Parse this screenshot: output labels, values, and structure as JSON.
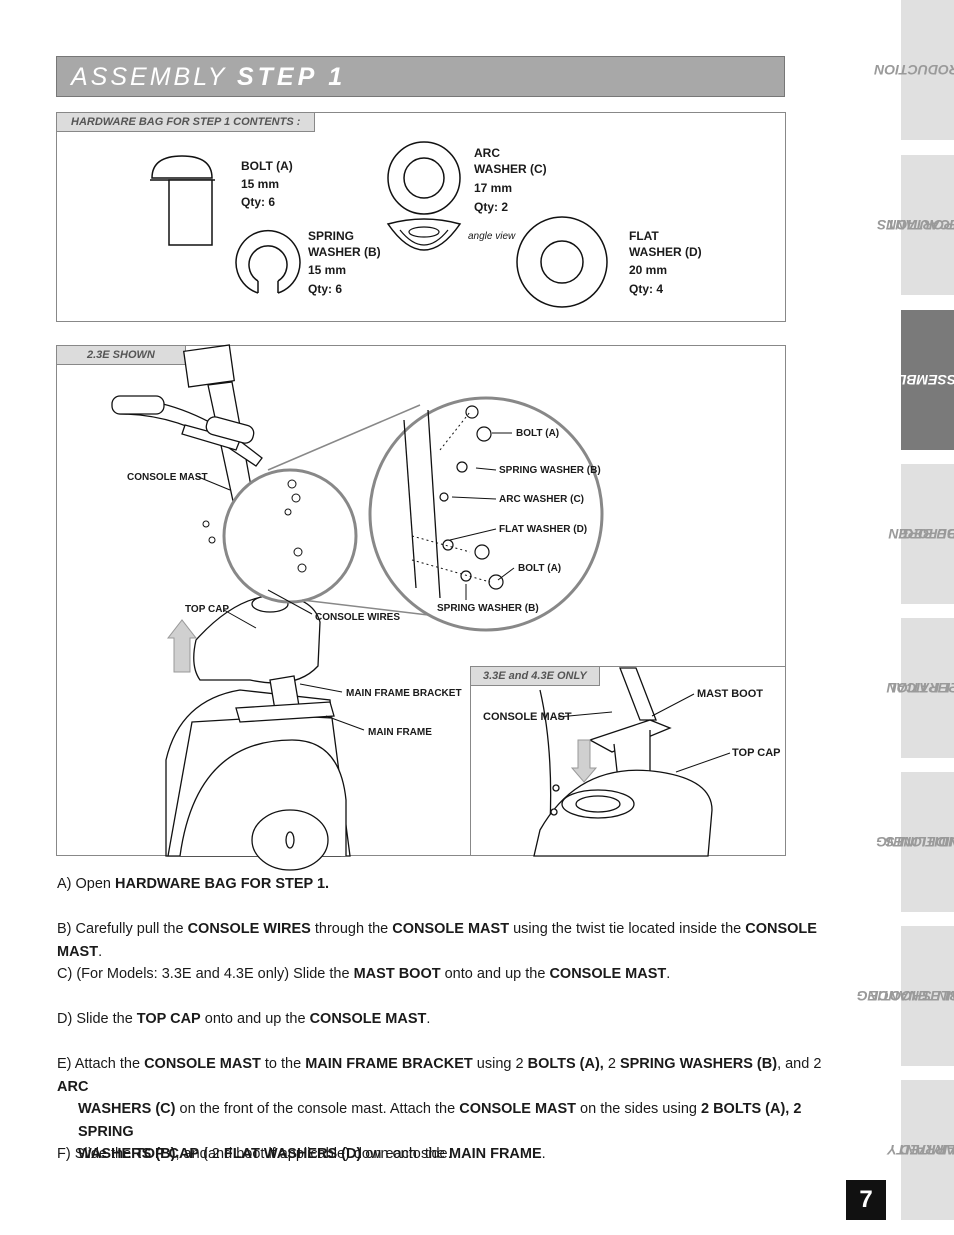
{
  "header": {
    "title_light": "ASSEMBLY",
    "title_bold": "STEP 1"
  },
  "hardware": {
    "tag": "HARDWARE BAG FOR STEP 1 CONTENTS :",
    "bolt": {
      "name": "BOLT (A)",
      "size": "15 mm",
      "qty": "Qty: 6"
    },
    "arc": {
      "name1": "ARC",
      "name2": "WASHER (C)",
      "size": "17 mm",
      "qty": "Qty: 2"
    },
    "spring": {
      "name1": "SPRING",
      "name2": "WASHER (B)",
      "size": "15 mm",
      "qty": "Qty: 6"
    },
    "flat": {
      "name1": "FLAT",
      "name2": "WASHER (D)",
      "size": "20 mm",
      "qty": "Qty: 4"
    },
    "angle_view": "angle view"
  },
  "diagram": {
    "tag": "2.3E SHOWN",
    "labels": {
      "console_mast": "CONSOLE MAST",
      "top_cap": "TOP CAP",
      "console_wires": "CONSOLE WIRES",
      "main_frame_bracket": "MAIN FRAME BRACKET",
      "main_frame": "MAIN FRAME",
      "bolt_a_1": "BOLT (A)",
      "spring_washer_1": "SPRING WASHER (B)",
      "arc_washer": "ARC WASHER (C)",
      "flat_washer": "FLAT WASHER (D)",
      "bolt_a_2": "BOLT (A)",
      "spring_washer_2": "SPRING WASHER (B)"
    },
    "inset": {
      "tag": "3.3E and 4.3E ONLY",
      "console_mast": "CONSOLE MAST",
      "mast_boot": "MAST BOOT",
      "top_cap": "TOP CAP"
    }
  },
  "instructions": {
    "a": {
      "prefix": "A) Open ",
      "b1": "HARDWARE BAG FOR STEP 1."
    },
    "b": {
      "prefix": "B) Carefully pull the ",
      "b1": "CONSOLE WIRES",
      "t1": " through the ",
      "b2": "CONSOLE MAST",
      "t2": " using the twist tie located inside the ",
      "b3": "CONSOLE MAST",
      "t3": "."
    },
    "c": {
      "prefix": "C) (For Models: 3.3E and 4.3E only) Slide the ",
      "b1": "MAST BOOT",
      "t1": " onto and up the ",
      "b2": "CONSOLE MAST",
      "t2": "."
    },
    "d": {
      "prefix": "D) Slide the ",
      "b1": "TOP CAP",
      "t1": " onto and up the ",
      "b2": "CONSOLE MAST",
      "t2": "."
    },
    "e": {
      "prefix": "E) Attach the ",
      "b1": "CONSOLE MAST",
      "t1": " to the ",
      "b2": "MAIN FRAME BRACKET",
      "t2": " using 2 ",
      "b3": "BOLTS (A),",
      "t3": " 2 ",
      "b4": "SPRING WASHERS (B)",
      "t4": ", and 2 ",
      "b5": "ARC",
      "line2_b1": "WASHERS (C)",
      "line2_t1": " on the front of the console mast. Attach the ",
      "line2_b2": "CONSOLE MAST",
      "line2_t2": " on the sides using ",
      "line2_b3": "2 BOLTS (A), 2 SPRING",
      "line3_b1": "WASHERS (B)",
      "line3_t1": ", and 2 ",
      "line3_b2": "FLAT WASHERS (D)",
      "line3_t2": " on each side."
    },
    "f": {
      "prefix": "F) Slide the ",
      "b1": "TOP CAP",
      "t1": " (and boot if applicable) down onto the ",
      "b2": "MAIN FRAME",
      "t2": "."
    }
  },
  "sidebar": [
    {
      "label1": "INTRODUCTION",
      "label2": ""
    },
    {
      "label1": "IMPORTANT",
      "label2": "PRECAUTIONS"
    },
    {
      "label1": "ASSEMBLY",
      "label2": ""
    },
    {
      "label1": "BEFORE",
      "label2": "YOU BEGIN"
    },
    {
      "label1": "ELLIPTICAL",
      "label2": "OPERATION"
    },
    {
      "label1": "CONDITIONING",
      "label2": "GUIDELINES"
    },
    {
      "label1": "TROUBLESHOOTING",
      "label2": "& MAINTENANCE"
    },
    {
      "label1": "LIMITED",
      "label2": "WARRANTY"
    }
  ],
  "page_number": "7",
  "colors": {
    "banner": "#a8a8a8",
    "active_tab": "#7a7a7a",
    "tab": "#e0e0e0"
  }
}
